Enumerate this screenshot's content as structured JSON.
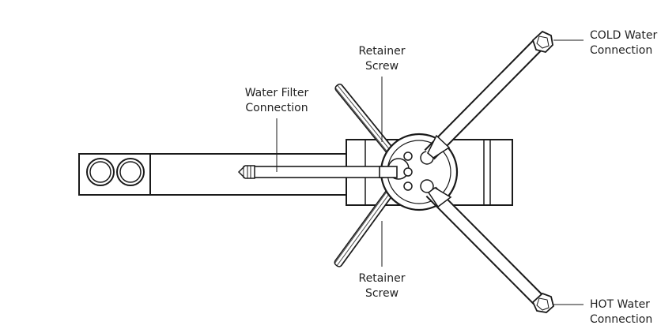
{
  "labels": {
    "retainer_screw_top": {
      "line1": "Retainer",
      "line2": "Screw"
    },
    "retainer_screw_bottom": {
      "line1": "Retainer",
      "line2": "Screw"
    },
    "water_filter": {
      "line1": "Water Filter",
      "line2": "Connection"
    },
    "cold_water": {
      "line1": "COLD Water",
      "line2": "Connection"
    },
    "hot_water": {
      "line1": "HOT Water",
      "line2": "Connection"
    }
  },
  "colors": {
    "line": "#1a1a1a",
    "text": "#222222",
    "background": "#ffffff"
  }
}
